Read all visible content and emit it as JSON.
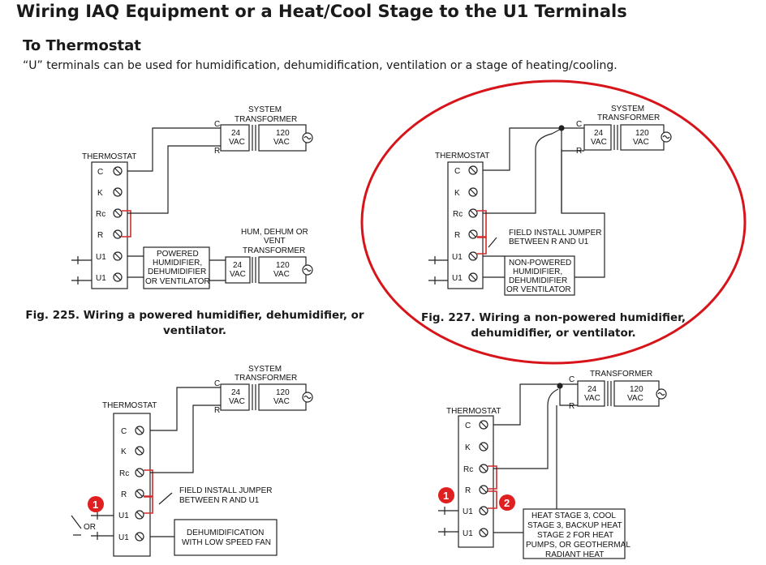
{
  "heading": "Wiring IAQ Equipment or a Heat/Cool Stage to the U1 Terminals",
  "subheading": "To Thermostat",
  "intro": "“U” terminals can be used for humidification, dehumidification, ventilation or a stage of heating/cooling.",
  "labels": {
    "thermostat": "THERMOSTAT",
    "system_transformer_1": "SYSTEM",
    "system_transformer_2": "TRANSFORMER",
    "transformer": "TRANSFORMER",
    "vac24_1": "24",
    "vac24_2": "VAC",
    "vac120_1": "120",
    "vac120_2": "VAC",
    "c": "C",
    "r": "R",
    "terminals": [
      "C",
      "K",
      "Rc",
      "R",
      "U1",
      "U1"
    ],
    "hum_transformer": [
      "HUM, DEHUM OR",
      "VENT",
      "TRANSFORMER"
    ],
    "powered_device": [
      "POWERED",
      "HUMIDIFIER,",
      "DEHUMIDIFIER",
      "OR VENTILATOR"
    ],
    "nonpowered_device": [
      "NON-POWERED",
      "HUMIDIFIER,",
      "DEHUMIDIFIER",
      "OR VENTILATOR"
    ],
    "jumper": [
      "FIELD INSTALL JUMPER",
      "BETWEEN R AND U1"
    ],
    "dehum_device": [
      "DEHUMIDIFICATION",
      "WITH LOW SPEED FAN"
    ],
    "heat_stage_device": [
      "HEAT STAGE 3, COOL",
      "STAGE 3, BACKUP HEAT",
      "STAGE 2 FOR HEAT",
      "PUMPS, OR GEOTHERMAL",
      "RADIANT HEAT"
    ],
    "or": "OR",
    "badge1": "1",
    "badge2": "2"
  },
  "captions": {
    "fig225": "Fig. 225. Wiring a powered humidifier, dehumidifier, or ventilator.",
    "fig227": "Fig. 227. Wiring a non-powered humidifier, dehumidifier, or ventilator."
  },
  "colors": {
    "jumper": "#d42a2a",
    "highlight_oval": "#d7141a",
    "badge": "#e02020"
  }
}
